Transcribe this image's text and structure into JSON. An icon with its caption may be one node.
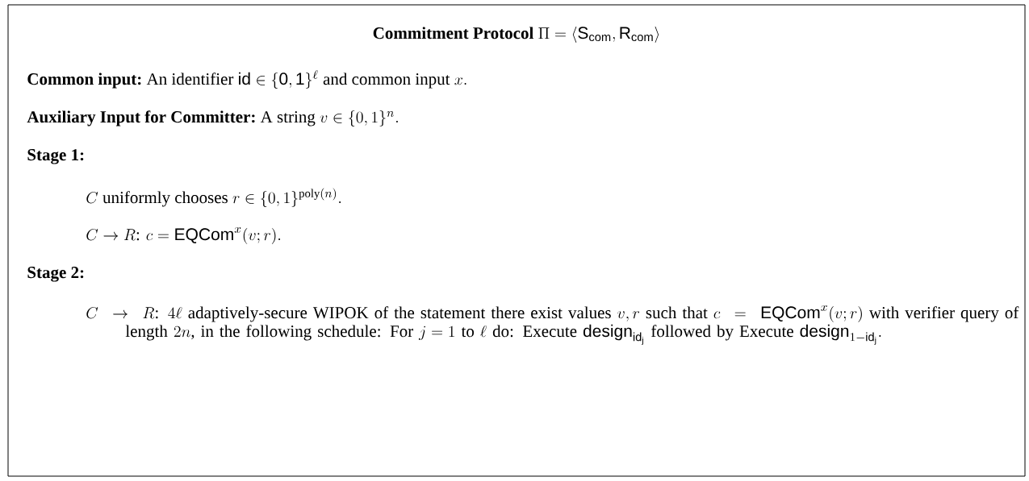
{
  "diagram": {
    "nodes": [
      {
        "text": [
          "\\textbf{Commitment Protocol} \\ \\Pi = \\langle \\mathsf{S}_{\\mathsf{com}}, \\mathsf{R}_{\\mathsf{com}} \\rangle",
          "\\textbf{Common input:}$ An identifier $\\mathsf{id} \\in \\{\\mathsf{0},\\mathsf{1}\\}^{\\ell}$ and common input $x.",
          "\\textbf{Auxiliary Input for Committer:}$ A string $v \\in \\{0,1\\}^{n}.",
          "Stage 1:",
          "C$ uniformly chooses $r \\in \\{0,1\\}^{\\mathrm{poly}(n)}.",
          "C \\to R$: $c = \\mathsf{EQCom}^{x}(v;r).",
          "Stage 2:",
          "C \\to R$: $4\\ell$ adaptively-secure WIPOK of the statement there exist values $v,r$ such that $c = \\mathsf{EQCom}^{x}(v;r)$ with verifier query of length $2n$, in the following schedule: For $j = 1$ to $\\ell$ do: Execute $\\mathsf{design}_{\\mathsf{id}_{\\mathsf{j}}}$ followed by Execute $\\mathsf{design}_{1-\\mathsf{id}_{\\mathsf{j}}}."
        ]
      }
    ]
  }
}
